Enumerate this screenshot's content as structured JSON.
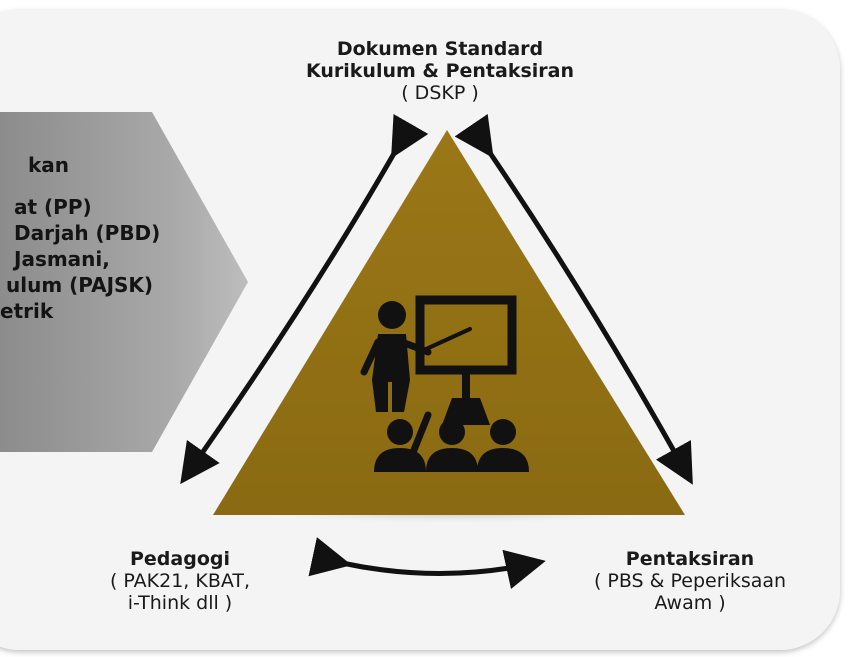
{
  "top_node": {
    "lines": [
      "Dokumen Standard",
      "Kurikulum & Pentaksiran",
      "( DSKP )"
    ]
  },
  "pedagogi_node": {
    "title": "Pedagogi",
    "lines": [
      "( PAK21, KBAT,",
      "i-Think dll )"
    ]
  },
  "pentaksiran_node": {
    "title": "Pentaksiran",
    "lines": [
      "( PBS & Peperiksaan",
      "Awam )"
    ]
  },
  "side_panel": {
    "lines": [
      "kan",
      "",
      "at (PP)",
      "Darjah (PBD)",
      "Jasmani,",
      "ulum (PAJSK)",
      "etrik"
    ]
  },
  "colors": {
    "triangle": "#957216",
    "panel": "#9a9a9a",
    "arrows": "#111111",
    "card": "#f3f3f3"
  },
  "icons": [
    "teacher-presenting-icon",
    "students-icon"
  ]
}
